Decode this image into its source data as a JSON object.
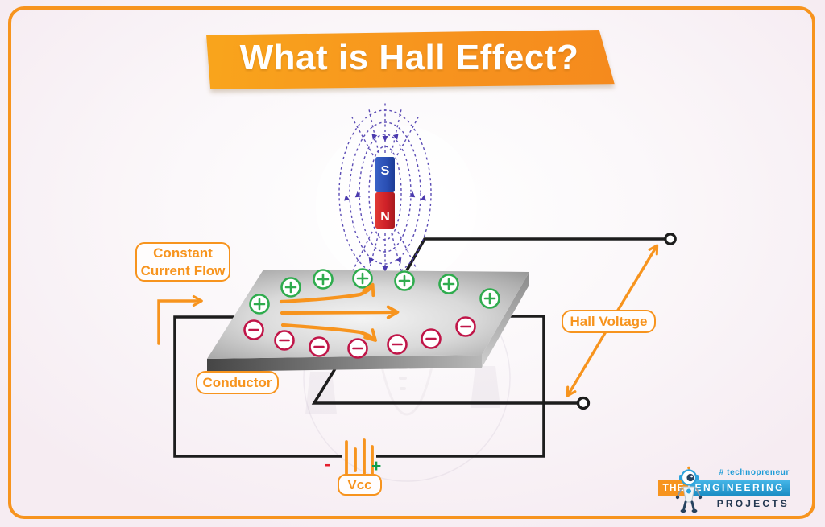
{
  "title": "What is Hall Effect?",
  "diagram": {
    "labels": {
      "current_flow": "Constant Current Flow",
      "hall_voltage": "Hall Voltage",
      "conductor": "Conductor",
      "vcc": "Vcc"
    },
    "magnet": {
      "top_pole": "S",
      "bottom_pole": "N"
    },
    "battery": {
      "negative_sign": "-",
      "positive_sign": "+"
    },
    "charges": {
      "positive_count": 7,
      "negative_count": 7
    }
  },
  "logo": {
    "tagline": "# technopreneur",
    "brand_the": "THE",
    "brand_engineering": "ENGINEERING",
    "brand_projects": "PROJECTS"
  },
  "colors": {
    "accent_orange": "#F7941E",
    "wire_black": "#1D1D1D",
    "positive_green": "#2FAC4E",
    "negative_crimson": "#C01548",
    "field_indigo": "#4B3AAE",
    "magnet_south_blue": "#2B50B5",
    "magnet_north_red": "#CF2128",
    "minus_red": "#E41E2D",
    "plus_green": "#0F9E4B",
    "logo_blue": "#29A8E0",
    "logo_navy": "#22364F"
  }
}
